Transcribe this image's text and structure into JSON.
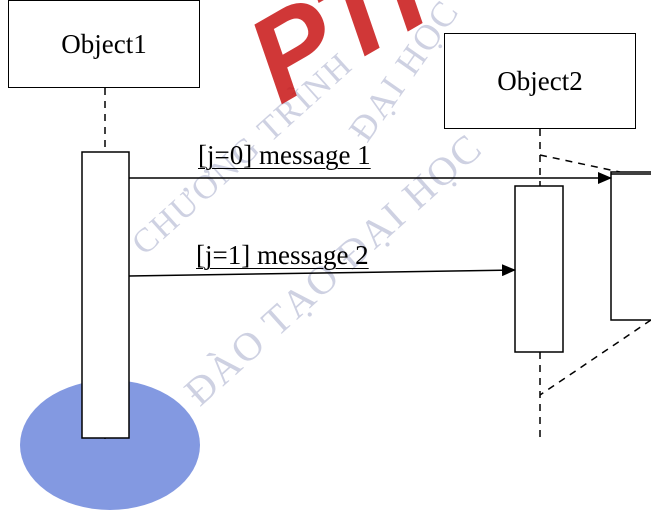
{
  "objects": [
    {
      "label": "Object1"
    },
    {
      "label": "Object2"
    }
  ],
  "messages": [
    {
      "label": "[j=0] message 1"
    },
    {
      "label": "[j=1] message 2"
    }
  ],
  "watermark": {
    "logo_text": "PTI",
    "arc_text_1": "CHƯƠNG TRÌNH",
    "arc_text_2": "ĐÀO TẠO ĐẠI HỌC",
    "arc_text_3": "ĐẠI HỌC TỪ XA",
    "logo_color": "#c81414",
    "disc_color": "#1e46c8"
  }
}
